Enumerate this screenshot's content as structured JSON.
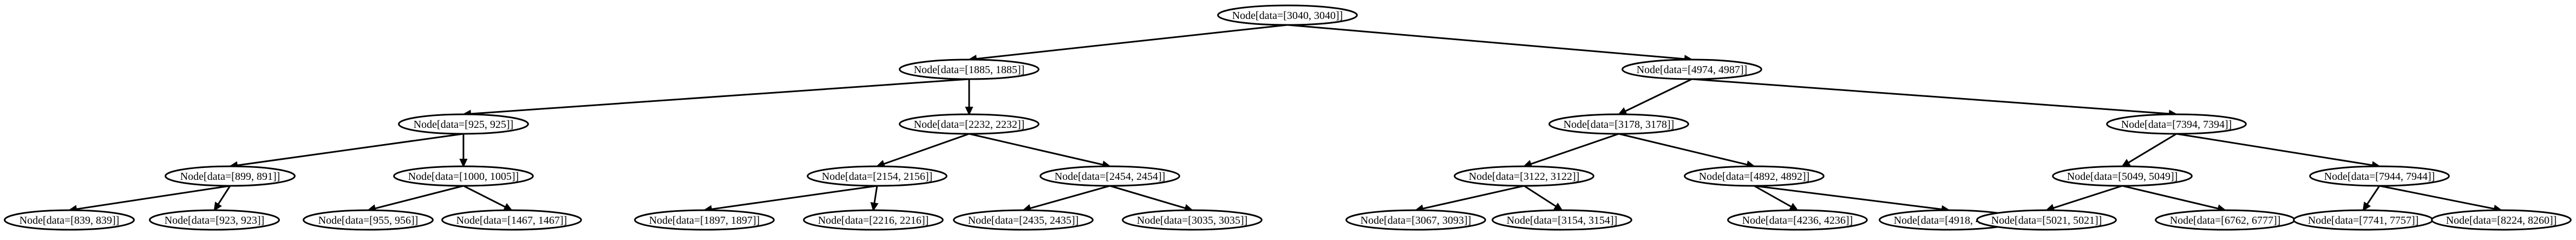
{
  "tree": {
    "root": {
      "label": "Node[data=[3040, 3040]]",
      "children": [
        {
          "label": "Node[data=[1885, 1885]]",
          "children": [
            {
              "label": "Node[data=[925, 925]]",
              "children": [
                {
                  "label": "Node[data=[899, 891]]",
                  "children": [
                    {
                      "label": "Node[data=[839, 839]]"
                    },
                    {
                      "label": "Node[data=[923, 923]]"
                    }
                  ]
                },
                {
                  "label": "Node[data=[1000, 1005]]",
                  "children": [
                    {
                      "label": "Node[data=[955, 956]]"
                    },
                    {
                      "label": "Node[data=[1467, 1467]]"
                    }
                  ]
                }
              ]
            },
            {
              "label": "Node[data=[2232, 2232]]",
              "children": [
                {
                  "label": "Node[data=[2154, 2156]]",
                  "children": [
                    {
                      "label": "Node[data=[1897, 1897]]"
                    },
                    {
                      "label": "Node[data=[2216, 2216]]"
                    }
                  ]
                },
                {
                  "label": "Node[data=[2454, 2454]]",
                  "children": [
                    {
                      "label": "Node[data=[2435, 2435]]"
                    },
                    {
                      "label": "Node[data=[3035, 3035]]"
                    }
                  ]
                }
              ]
            }
          ]
        },
        {
          "label": "Node[data=[4974, 4987]]",
          "children": [
            {
              "label": "Node[data=[3178, 3178]]",
              "children": [
                {
                  "label": "Node[data=[3122, 3122]]",
                  "children": [
                    {
                      "label": "Node[data=[3067, 3093]]"
                    },
                    {
                      "label": "Node[data=[3154, 3154]]"
                    }
                  ]
                },
                {
                  "label": "Node[data=[4892, 4892]]",
                  "children": [
                    {
                      "label": "Node[data=[4236, 4236]]"
                    },
                    {
                      "label": "Node[data=[4918, 4918]]"
                    }
                  ]
                }
              ]
            },
            {
              "label": "Node[data=[7394, 7394]]",
              "children": [
                {
                  "label": "Node[data=[5049, 5049]]",
                  "children": [
                    {
                      "label": "Node[data=[5021, 5021]]"
                    },
                    {
                      "label": "Node[data=[6762, 6777]]"
                    }
                  ]
                },
                {
                  "label": "Node[data=[7944, 7944]]",
                  "children": [
                    {
                      "label": "Node[data=[7741, 7757]]"
                    },
                    {
                      "label": "Node[data=[8224, 8260]]"
                    }
                  ]
                }
              ]
            }
          ]
        }
      ]
    }
  }
}
